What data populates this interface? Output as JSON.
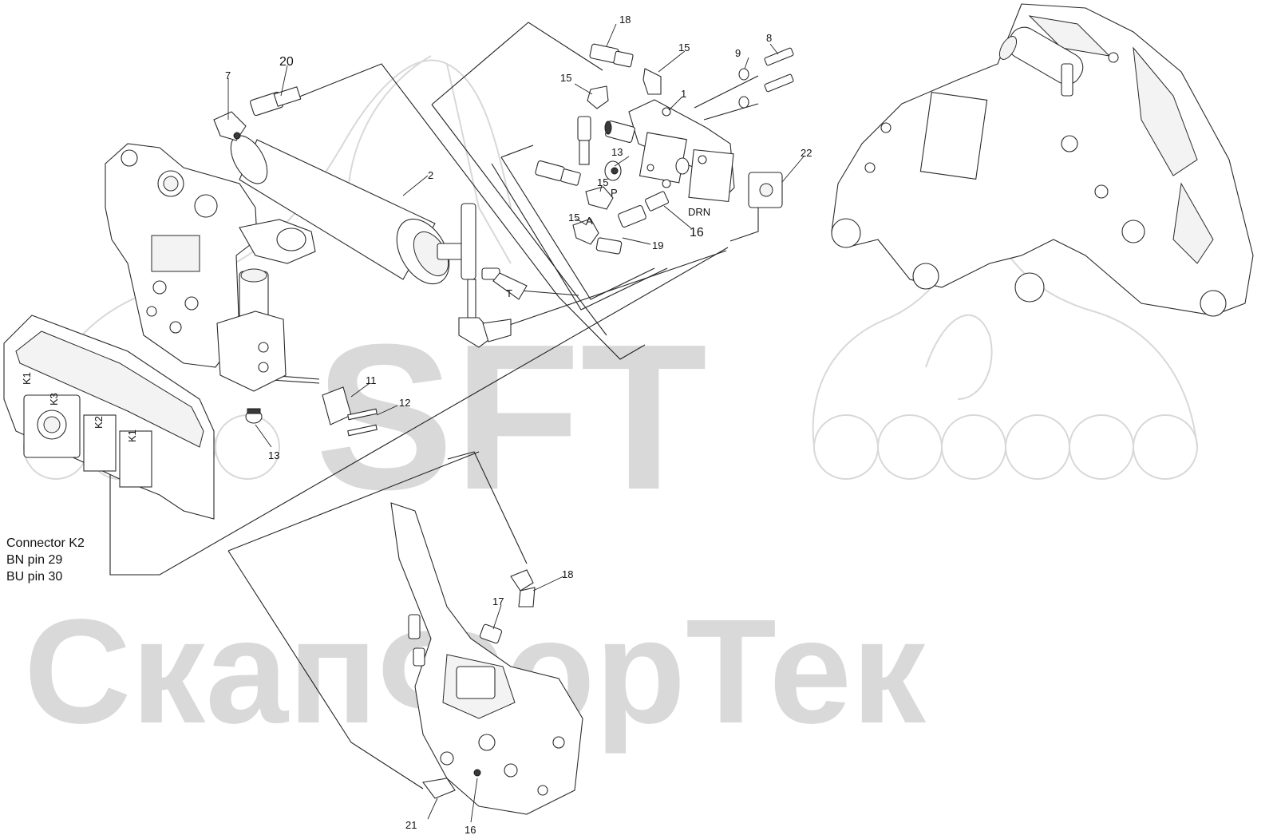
{
  "watermarks": {
    "logo_text": "SFT",
    "company_text": "СкапФорТек"
  },
  "connector_note": {
    "line1": "Connector K2",
    "line2": "BN pin 29",
    "line3": "BU pin 30"
  },
  "callouts": {
    "c1": "1",
    "c2": "2",
    "c7": "7",
    "c8": "8",
    "c9": "9",
    "c11": "11",
    "c12": "12",
    "c13a": "13",
    "c13b": "13",
    "c15a": "15",
    "c15b": "15",
    "c15c": "15",
    "c15d": "15",
    "c16a": "16",
    "c16b": "16",
    "c17": "17",
    "c18a": "18",
    "c18b": "18",
    "c19": "19",
    "c20": "20",
    "c21": "21",
    "c22": "22"
  },
  "port_labels": {
    "p": "P",
    "t": "T",
    "a": "A",
    "drn": "DRN"
  },
  "ecu_labels": {
    "k1_top": "K1",
    "k3": "K3",
    "k2": "K2",
    "k1_side": "K1"
  },
  "colors": {
    "watermark": "#d9d9d9",
    "line": "#222222"
  }
}
